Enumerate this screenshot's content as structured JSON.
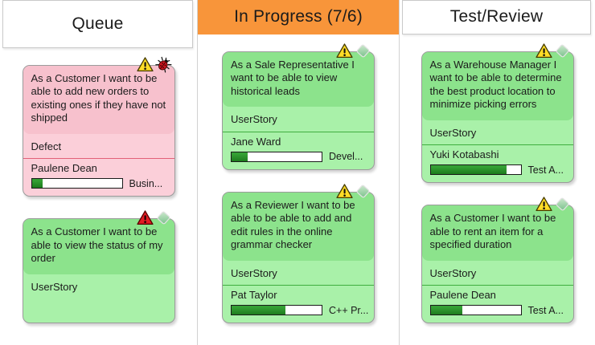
{
  "colors": {
    "highlight_orange": "#F8953A",
    "card_green_body": "#a9f1a9",
    "card_green_title": "#8ce38c",
    "card_pink_body": "#fbcfd9",
    "card_pink_title": "#f7c1cd",
    "progress_green": "#1e7e1e",
    "warning_yellow": "#ffdc26",
    "warning_red": "#e31b23"
  },
  "board": {
    "columns": [
      {
        "label": "Queue",
        "highlighted": false,
        "cards": [
          {
            "title": "As a Customer I want to be able to add new orders to existing ones if they have not shipped",
            "type": "Defect",
            "variant": "pink",
            "icons": [
              "warning-yellow-icon",
              "bug-icon"
            ],
            "has_footer": true,
            "assignee": "Paulene Dean",
            "progress_percent": 12,
            "progress_label": "Busin..."
          },
          {
            "title": "As a Customer I want to be able to view the status of my order",
            "type": "UserStory",
            "variant": "green",
            "icons": [
              "warning-red-icon",
              "tag-icon"
            ],
            "has_footer": false
          }
        ]
      },
      {
        "label": "In Progress (7/6)",
        "highlighted": true,
        "cards": [
          {
            "title": "As a Sale Representative I want to be able to view historical leads",
            "type": "UserStory",
            "variant": "green",
            "icons": [
              "warning-yellow-icon",
              "tag-icon"
            ],
            "has_footer": true,
            "assignee": "Jane Ward",
            "progress_percent": 18,
            "progress_label": "Devel..."
          },
          {
            "title": "As a Reviewer I want to be able to be able to add and edit rules in the online grammar checker",
            "type": "UserStory",
            "variant": "green",
            "icons": [
              "warning-yellow-icon",
              "tag-icon"
            ],
            "has_footer": true,
            "assignee": "Pat Taylor",
            "progress_percent": 60,
            "progress_label": "C++ Pr..."
          }
        ]
      },
      {
        "label": "Test/Review",
        "highlighted": false,
        "cards": [
          {
            "title": "As a Warehouse Manager I want to be able to determine the best product location to minimize picking errors",
            "type": "UserStory",
            "variant": "green",
            "icons": [
              "warning-yellow-icon",
              "tag-icon"
            ],
            "has_footer": true,
            "assignee": "Yuki Kotabashi",
            "progress_percent": 84,
            "progress_label": "Test A..."
          },
          {
            "title": "As a Customer I want to be able to rent an item for a specified duration",
            "type": "UserStory",
            "variant": "green",
            "icons": [
              "warning-yellow-icon",
              "tag-icon"
            ],
            "has_footer": true,
            "assignee": "Paulene Dean",
            "progress_percent": 35,
            "progress_label": "Test A..."
          }
        ]
      }
    ]
  }
}
